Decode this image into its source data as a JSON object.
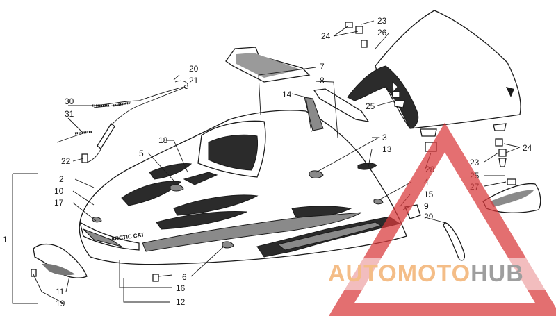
{
  "callouts": [
    "1",
    "2",
    "3",
    "4",
    "5",
    "6",
    "7",
    "8",
    "9",
    "10",
    "11",
    "12",
    "13",
    "14",
    "15",
    "16",
    "17",
    "18",
    "19",
    "20",
    "21",
    "22",
    "23",
    "23",
    "24",
    "24",
    "25",
    "25",
    "26",
    "27",
    "28",
    "29",
    "30",
    "31"
  ],
  "decal_text": "ARCTIC CAT",
  "watermark": {
    "part1": "AUTO",
    "part2": "MOTO",
    "part3": "HUB"
  },
  "colors": {
    "line": "#1a1a1a",
    "watermark_red": "#d9383a",
    "watermark_orange": "#f0a45a",
    "watermark_grey": "#7a7a7a"
  }
}
